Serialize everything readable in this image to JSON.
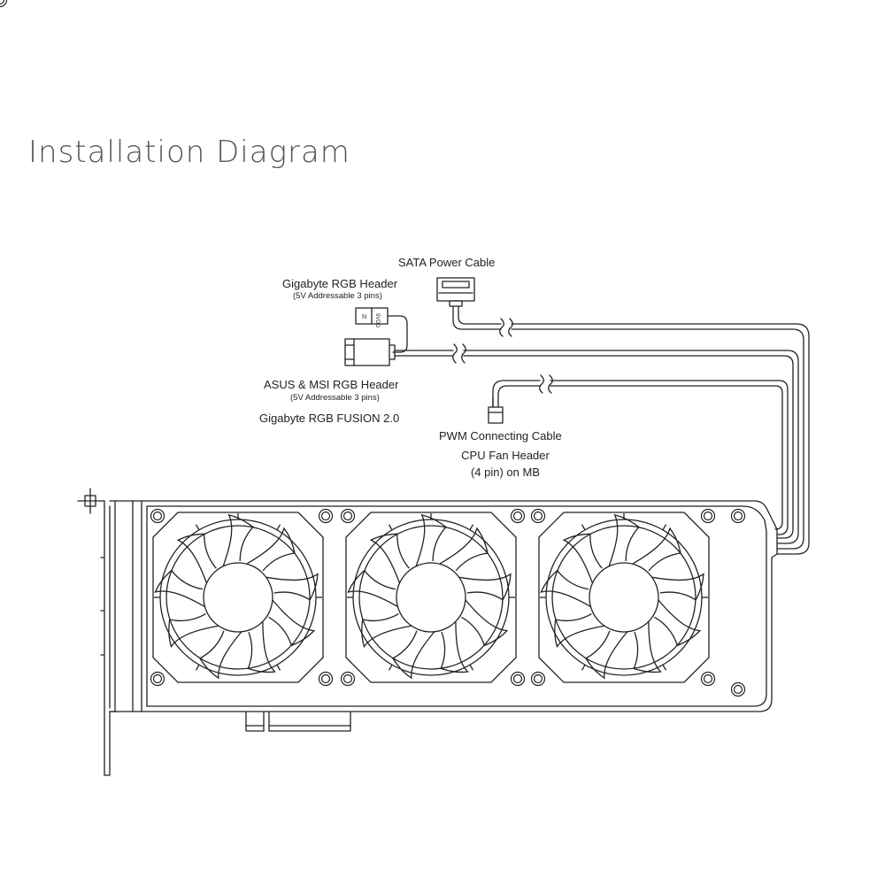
{
  "title": "Installation Diagram",
  "labels": {
    "sata": "SATA Power Cable",
    "gigabyte_header": "Gigabyte RGB Header",
    "gigabyte_header_sub": "(5V Addressable 3 pins)",
    "asus_header": "ASUS & MSI RGB Header",
    "asus_header_sub": "(5V Addressable 3 pins)",
    "gigabyte_fusion": "Gigabyte RGB FUSION 2.0",
    "pwm": "PWM Connecting Cable",
    "cpu_fan_1": "CPU Fan Header",
    "cpu_fan_2": "(4 pin) on MB"
  },
  "connector_text": {
    "pin_marker": "N",
    "pin_label": "5VDG"
  },
  "colors": {
    "line": "#222222",
    "title": "#555555"
  }
}
